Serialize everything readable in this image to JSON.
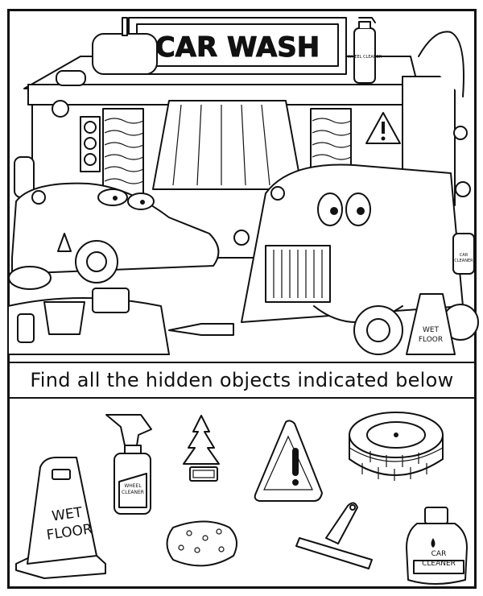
{
  "scene": {
    "sign_title": "CAR WASH",
    "rooftop_bottle_label": "WHEEL CLEANER",
    "scene_cone_label": [
      "WET",
      "FLOOR"
    ],
    "scene_bottle_label": [
      "CAR",
      "CLEANER"
    ]
  },
  "instruction": "Find all the hidden objects indicated below",
  "items": [
    {
      "name": "wet-floor-sign",
      "label": [
        "WET",
        "FLOOR"
      ]
    },
    {
      "name": "wheel-cleaner-spray",
      "label": [
        "WHEEL",
        "CLEANER"
      ]
    },
    {
      "name": "tree-air-freshener"
    },
    {
      "name": "warning-triangle"
    },
    {
      "name": "tire-stack"
    },
    {
      "name": "sponge"
    },
    {
      "name": "squeegee"
    },
    {
      "name": "car-cleaner-bottle",
      "label": [
        "CAR",
        "CLEANER"
      ]
    }
  ],
  "colors": {
    "ink": "#111111",
    "paper": "#ffffff"
  }
}
